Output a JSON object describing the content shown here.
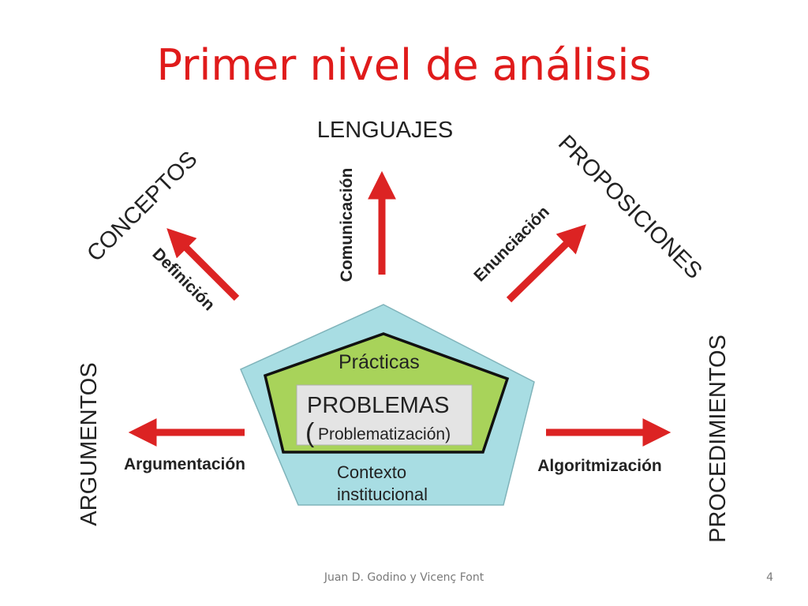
{
  "title": "Primer nivel de análisis",
  "diagram": {
    "center": {
      "outer_label_1": "Contexto",
      "outer_label_2": "institucional",
      "middle_label": "Prácticas",
      "core_label": "PROBLEMAS",
      "core_sub_open": "(",
      "core_sub": "Problematización)"
    },
    "nodes": {
      "lenguajes": "LENGUAJES",
      "conceptos": "CONCEPTOS",
      "proposiciones": "PROPOSICIONES",
      "argumentos": "ARGUMENTOS",
      "procedimientos": "PROCEDIMIENTOS"
    },
    "processes": {
      "comunicacion": "Comunicación",
      "definicion": "Definición",
      "enunciacion": "Enunciación",
      "argumentacion": "Argumentación",
      "algoritmizacion": "Algoritmización"
    },
    "colors": {
      "arrow": "#dc2323",
      "outer_pentagon": "#a8dde3",
      "middle_pentagon": "#a8d35a",
      "core_box": "#e4e4e4",
      "title": "#e01b1b"
    }
  },
  "footer": {
    "author": "Juan D. Godino y Vicenç Font",
    "page": "4"
  }
}
